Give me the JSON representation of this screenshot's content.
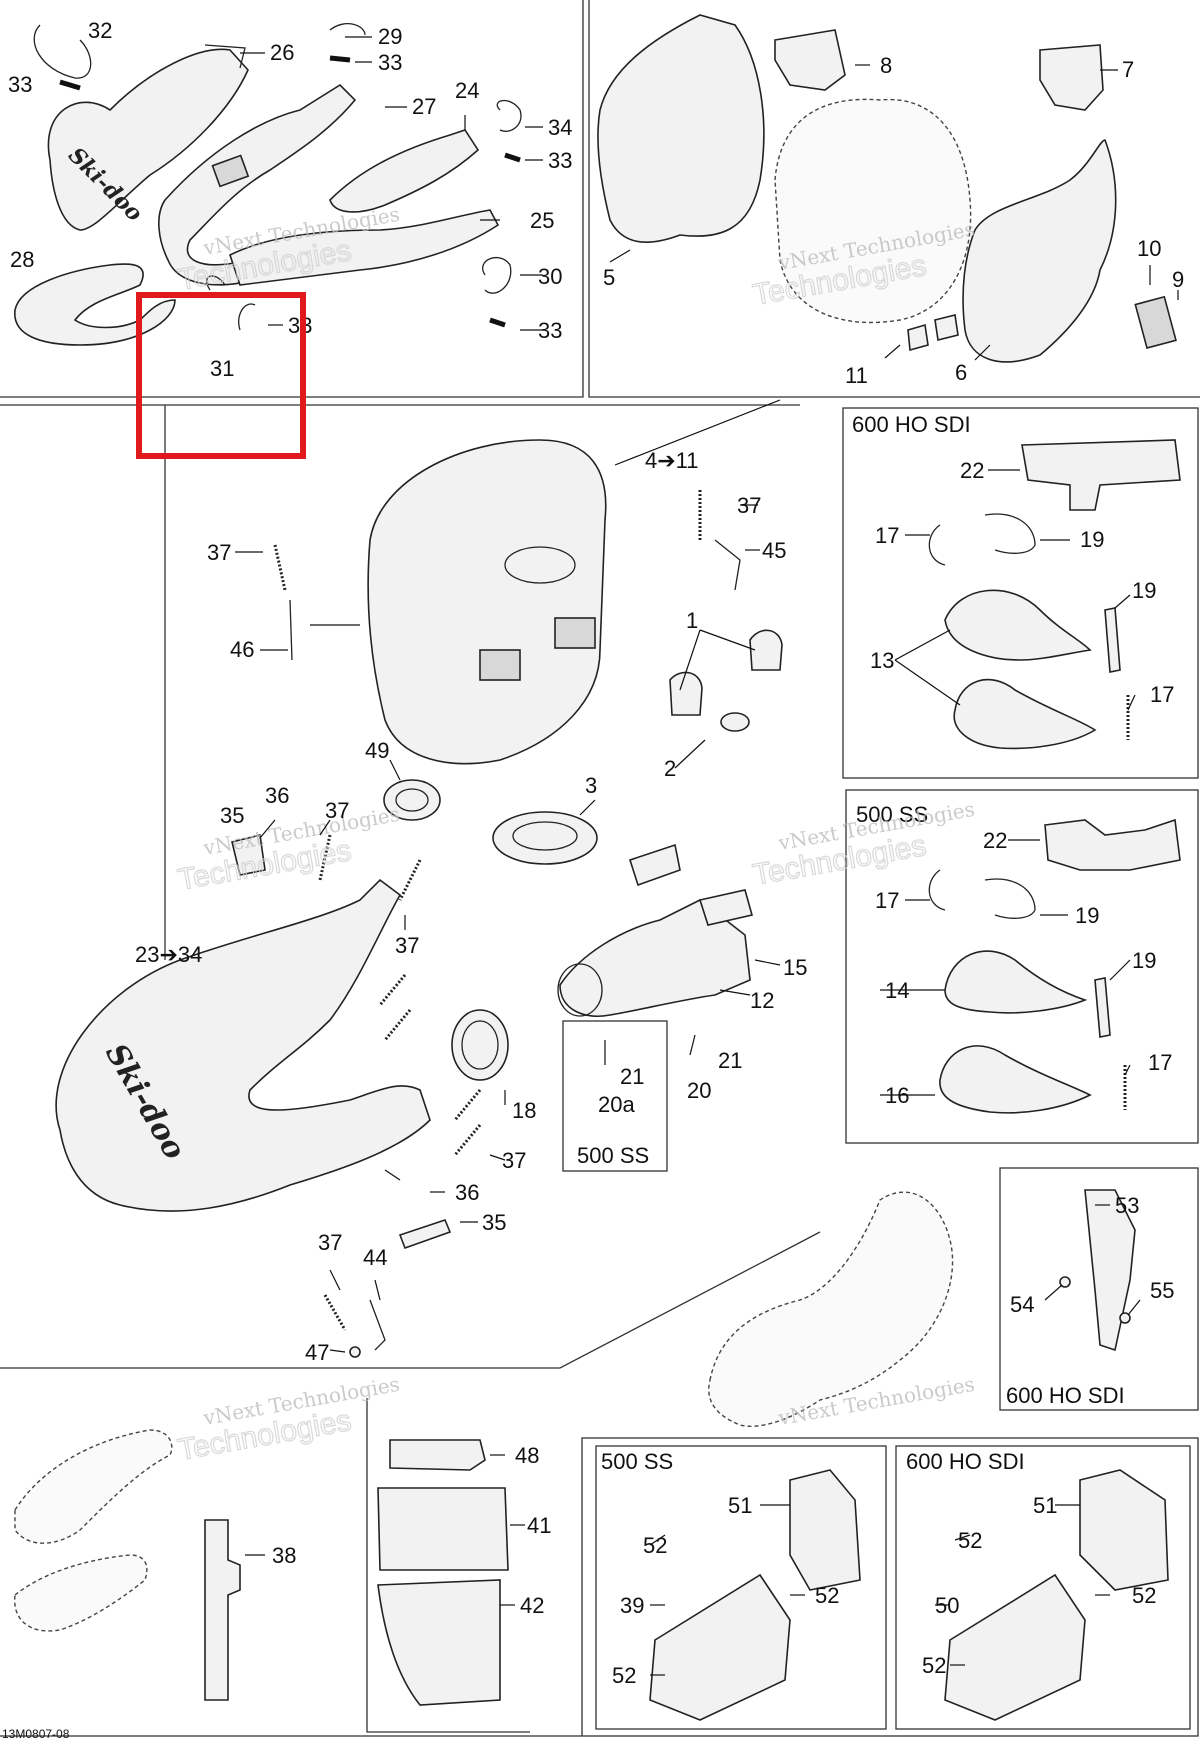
{
  "diagram": {
    "ref_code": "13M0807-08",
    "watermark": {
      "line1": "vNext Technologies",
      "line2": "Technologies"
    },
    "highlight": {
      "color": "#e0191c",
      "target_label": "31"
    },
    "boxes": {
      "top_right_variant": "600 HO SDI",
      "mid_right_variant": "500 SS",
      "center_variant": "500 SS",
      "lower_right_variant": "600 HO SDI",
      "bottom_left_variant": "500 SS",
      "bottom_right_variant": "600 HO SDI"
    },
    "labels": {
      "l32": "32",
      "l33a": "33",
      "l26": "26",
      "l29": "29",
      "l33b": "33",
      "l27": "27",
      "l24": "24",
      "l34a": "34",
      "l33c": "33",
      "l25": "25",
      "l28": "28",
      "l30": "30",
      "l33d": "33",
      "l33e": "33",
      "l31": "31",
      "l8": "8",
      "l7": "7",
      "l5": "5",
      "l10": "10",
      "l9": "9",
      "l11a": "11",
      "l6": "6",
      "l4to11": "4➔11",
      "l37a": "37",
      "l45": "45",
      "l37b": "37",
      "l46": "46",
      "l1": "1",
      "l2": "2",
      "l49": "49",
      "l3": "3",
      "l36a": "36",
      "l35a": "35",
      "l37c": "37",
      "l37d": "37",
      "l23to34": "23➔34",
      "l15": "15",
      "l12": "12",
      "l21a": "21",
      "l21b": "21",
      "l20a": "20a",
      "l20": "20",
      "l18": "18",
      "l37e": "37",
      "l36b": "36",
      "l35b": "35",
      "l37f": "37",
      "l44": "44",
      "l47": "47",
      "l22a": "22",
      "l17a": "17",
      "l19a": "19",
      "l19b": "19",
      "l13": "13",
      "l17b": "17",
      "l22b": "22",
      "l17c": "17",
      "l19c": "19",
      "l19d": "19",
      "l14": "14",
      "l16": "16",
      "l17d": "17",
      "l53": "53",
      "l54": "54",
      "l55": "55",
      "l48": "48",
      "l41": "41",
      "l38": "38",
      "l42": "42",
      "l51a": "51",
      "l52a": "52",
      "l39": "39",
      "l52b": "52",
      "l52c": "52",
      "l51b": "51",
      "l52d": "52",
      "l50": "50",
      "l52e": "52",
      "l52f": "52"
    }
  }
}
